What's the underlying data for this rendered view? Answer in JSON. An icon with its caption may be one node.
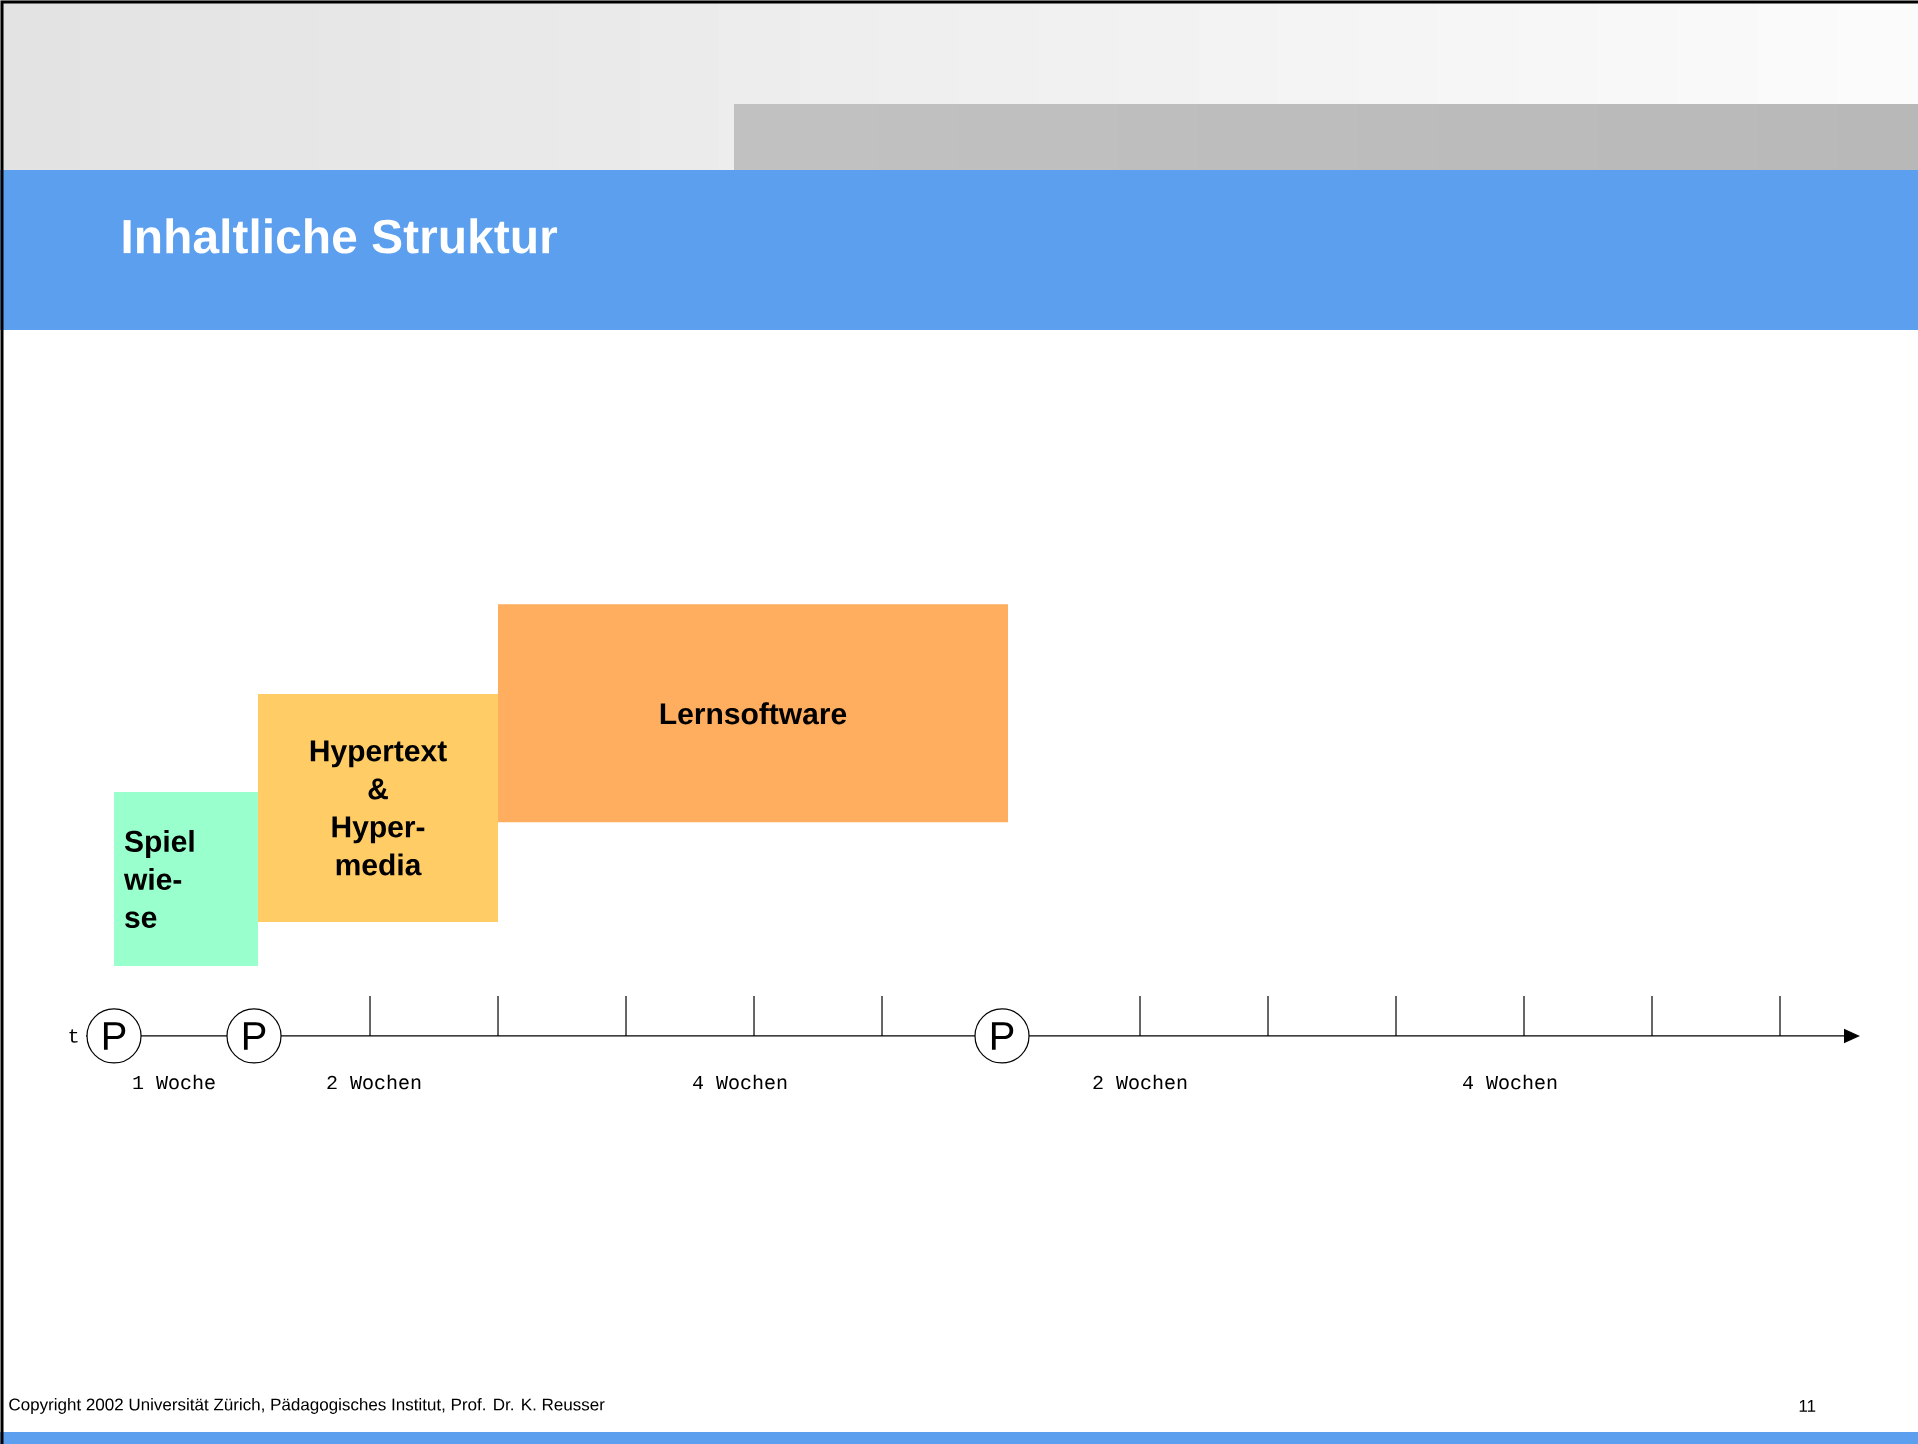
{
  "diagram": {
    "title": "Inhaltliche Struktur",
    "nodes": [
      {
        "text": [
          "Spiel wie- se"
        ]
      },
      {
        "text": [
          "Hypertext & Hyper- media"
        ]
      },
      {
        "text": [
          "Lernsoftware"
        ]
      },
      {
        "text": [
          "P"
        ]
      },
      {
        "text": [
          "P"
        ]
      },
      {
        "text": [
          "P"
        ]
      }
    ],
    "edges": [],
    "labels": [
      "t",
      "1 Woche",
      "2 Wochen",
      "4 Wochen",
      "2 Wochen",
      "4 Wochen",
      "Copyright 2002 Universität Zürich, Pädagogisches Institut, Prof. Dr. K. Reusser",
      "11"
    ]
  }
}
